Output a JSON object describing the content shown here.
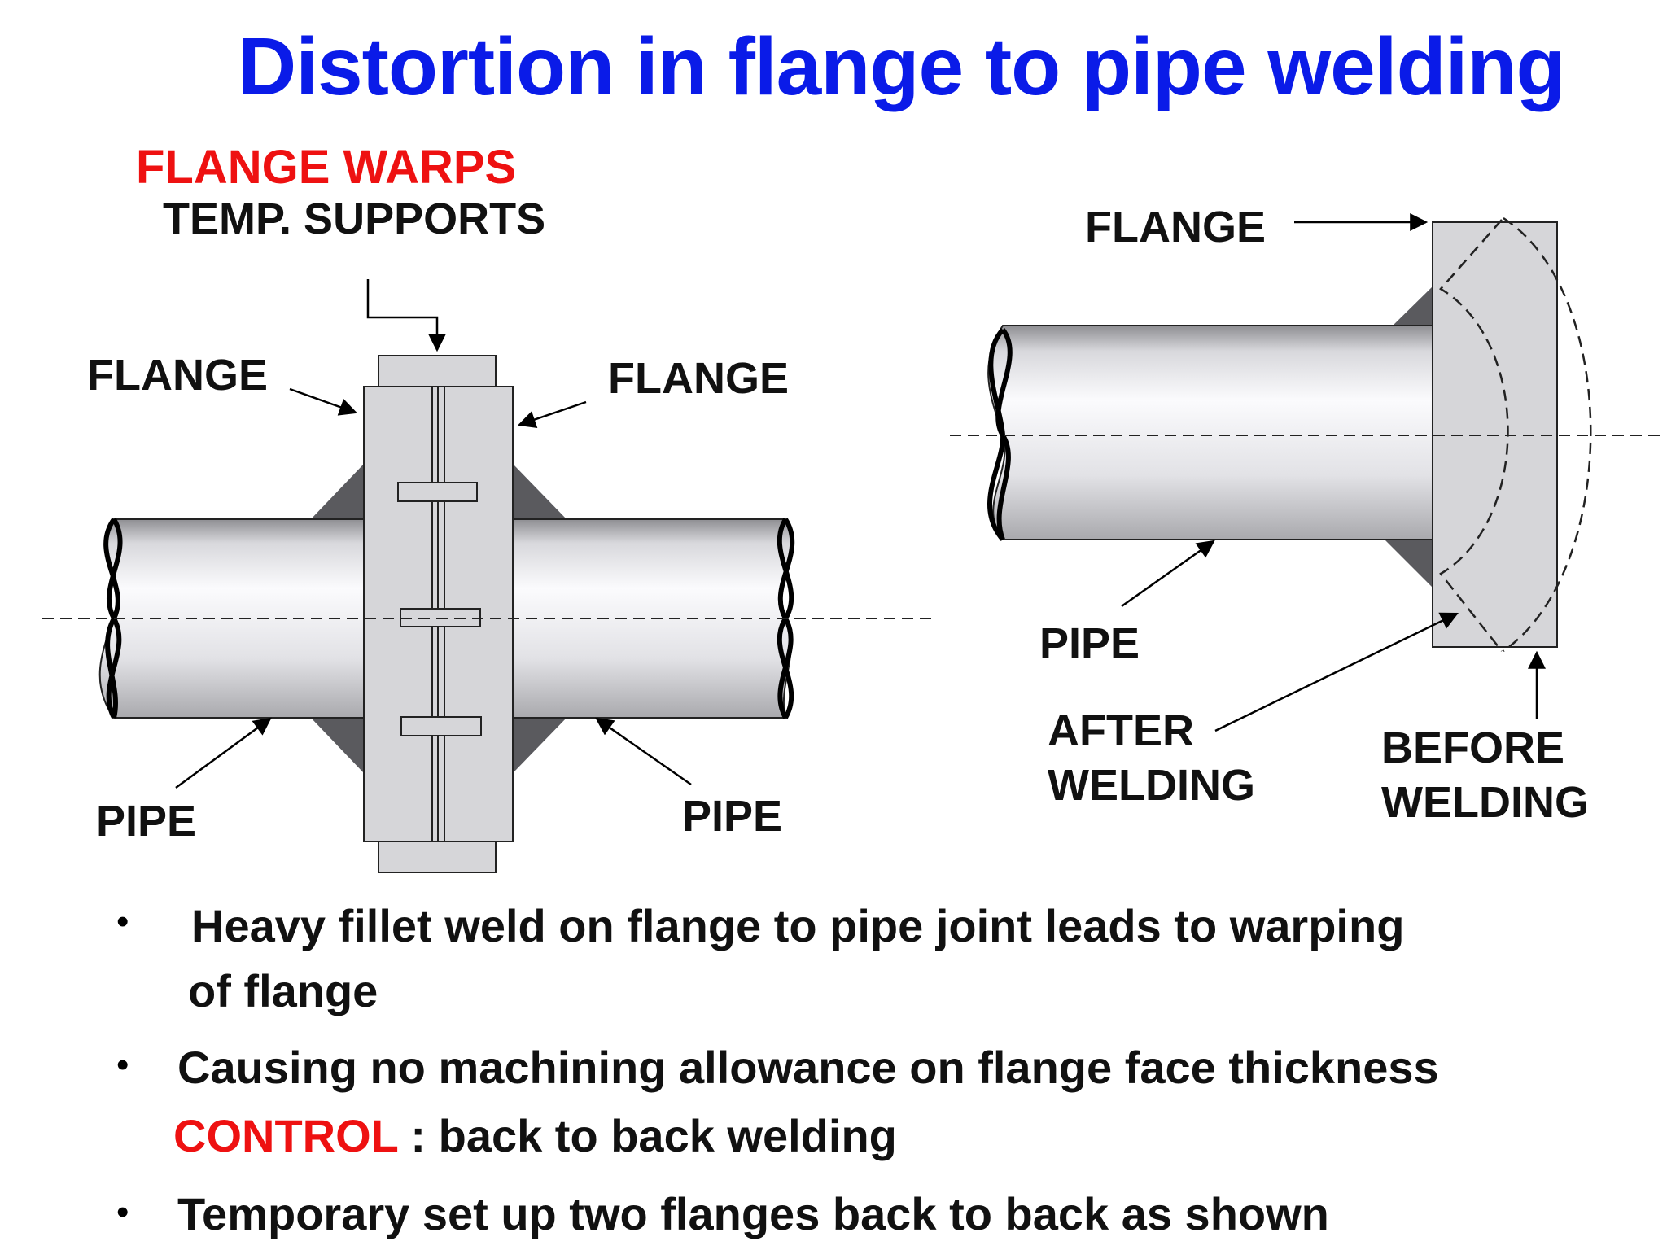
{
  "title": "Distortion in flange to pipe welding",
  "left_diagram": {
    "warps_label": "FLANGE WARPS",
    "supports_label": "TEMP. SUPPORTS",
    "flange_left_label": "FLANGE",
    "flange_right_label": "FLANGE",
    "pipe_left_label": "PIPE",
    "pipe_right_label": "PIPE"
  },
  "right_diagram": {
    "flange_label": "FLANGE",
    "pipe_label": "PIPE",
    "after_line1": "AFTER",
    "after_line2": "WELDING",
    "before_line1": "BEFORE",
    "before_line2": "WELDING"
  },
  "bullets": {
    "b1_line1": "Heavy fillet weld on flange to pipe joint leads to warping",
    "b1_line2": "of flange",
    "b2_line1": "Causing no machining allowance on flange face thickness",
    "control_word": "CONTROL",
    "control_rest": " : back to back welding",
    "b3": "Temporary set up two flanges back to back as shown",
    "dot": "•"
  },
  "colors": {
    "title": "#0a1be8",
    "highlight": "#ee1111",
    "flange_fill": "#d6d6d9",
    "weld_fill": "#5a5a5e"
  }
}
